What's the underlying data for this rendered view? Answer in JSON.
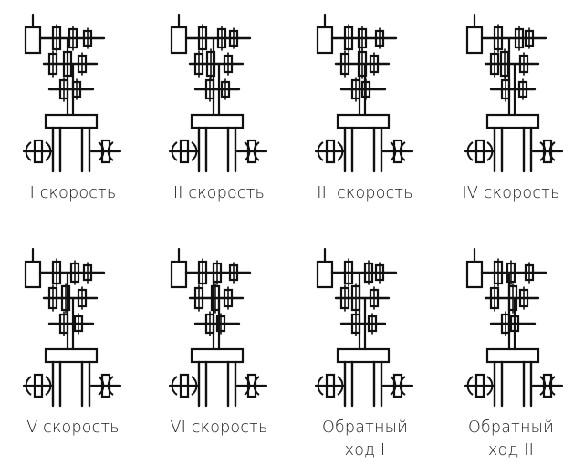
{
  "diagrams": [
    {
      "id": "speed-1",
      "caption": [
        "I скорость"
      ]
    },
    {
      "id": "speed-2",
      "caption": [
        "II скорость"
      ]
    },
    {
      "id": "speed-3",
      "caption": [
        "III скорость"
      ]
    },
    {
      "id": "speed-4",
      "caption": [
        "IV скорость"
      ]
    },
    {
      "id": "speed-5",
      "caption": [
        "V скорость"
      ]
    },
    {
      "id": "speed-6",
      "caption": [
        "VI скорость"
      ]
    },
    {
      "id": "reverse-1",
      "caption": [
        "Обратный",
        "ход I"
      ]
    },
    {
      "id": "reverse-2",
      "caption": [
        "Обратный",
        "ход II"
      ]
    }
  ]
}
